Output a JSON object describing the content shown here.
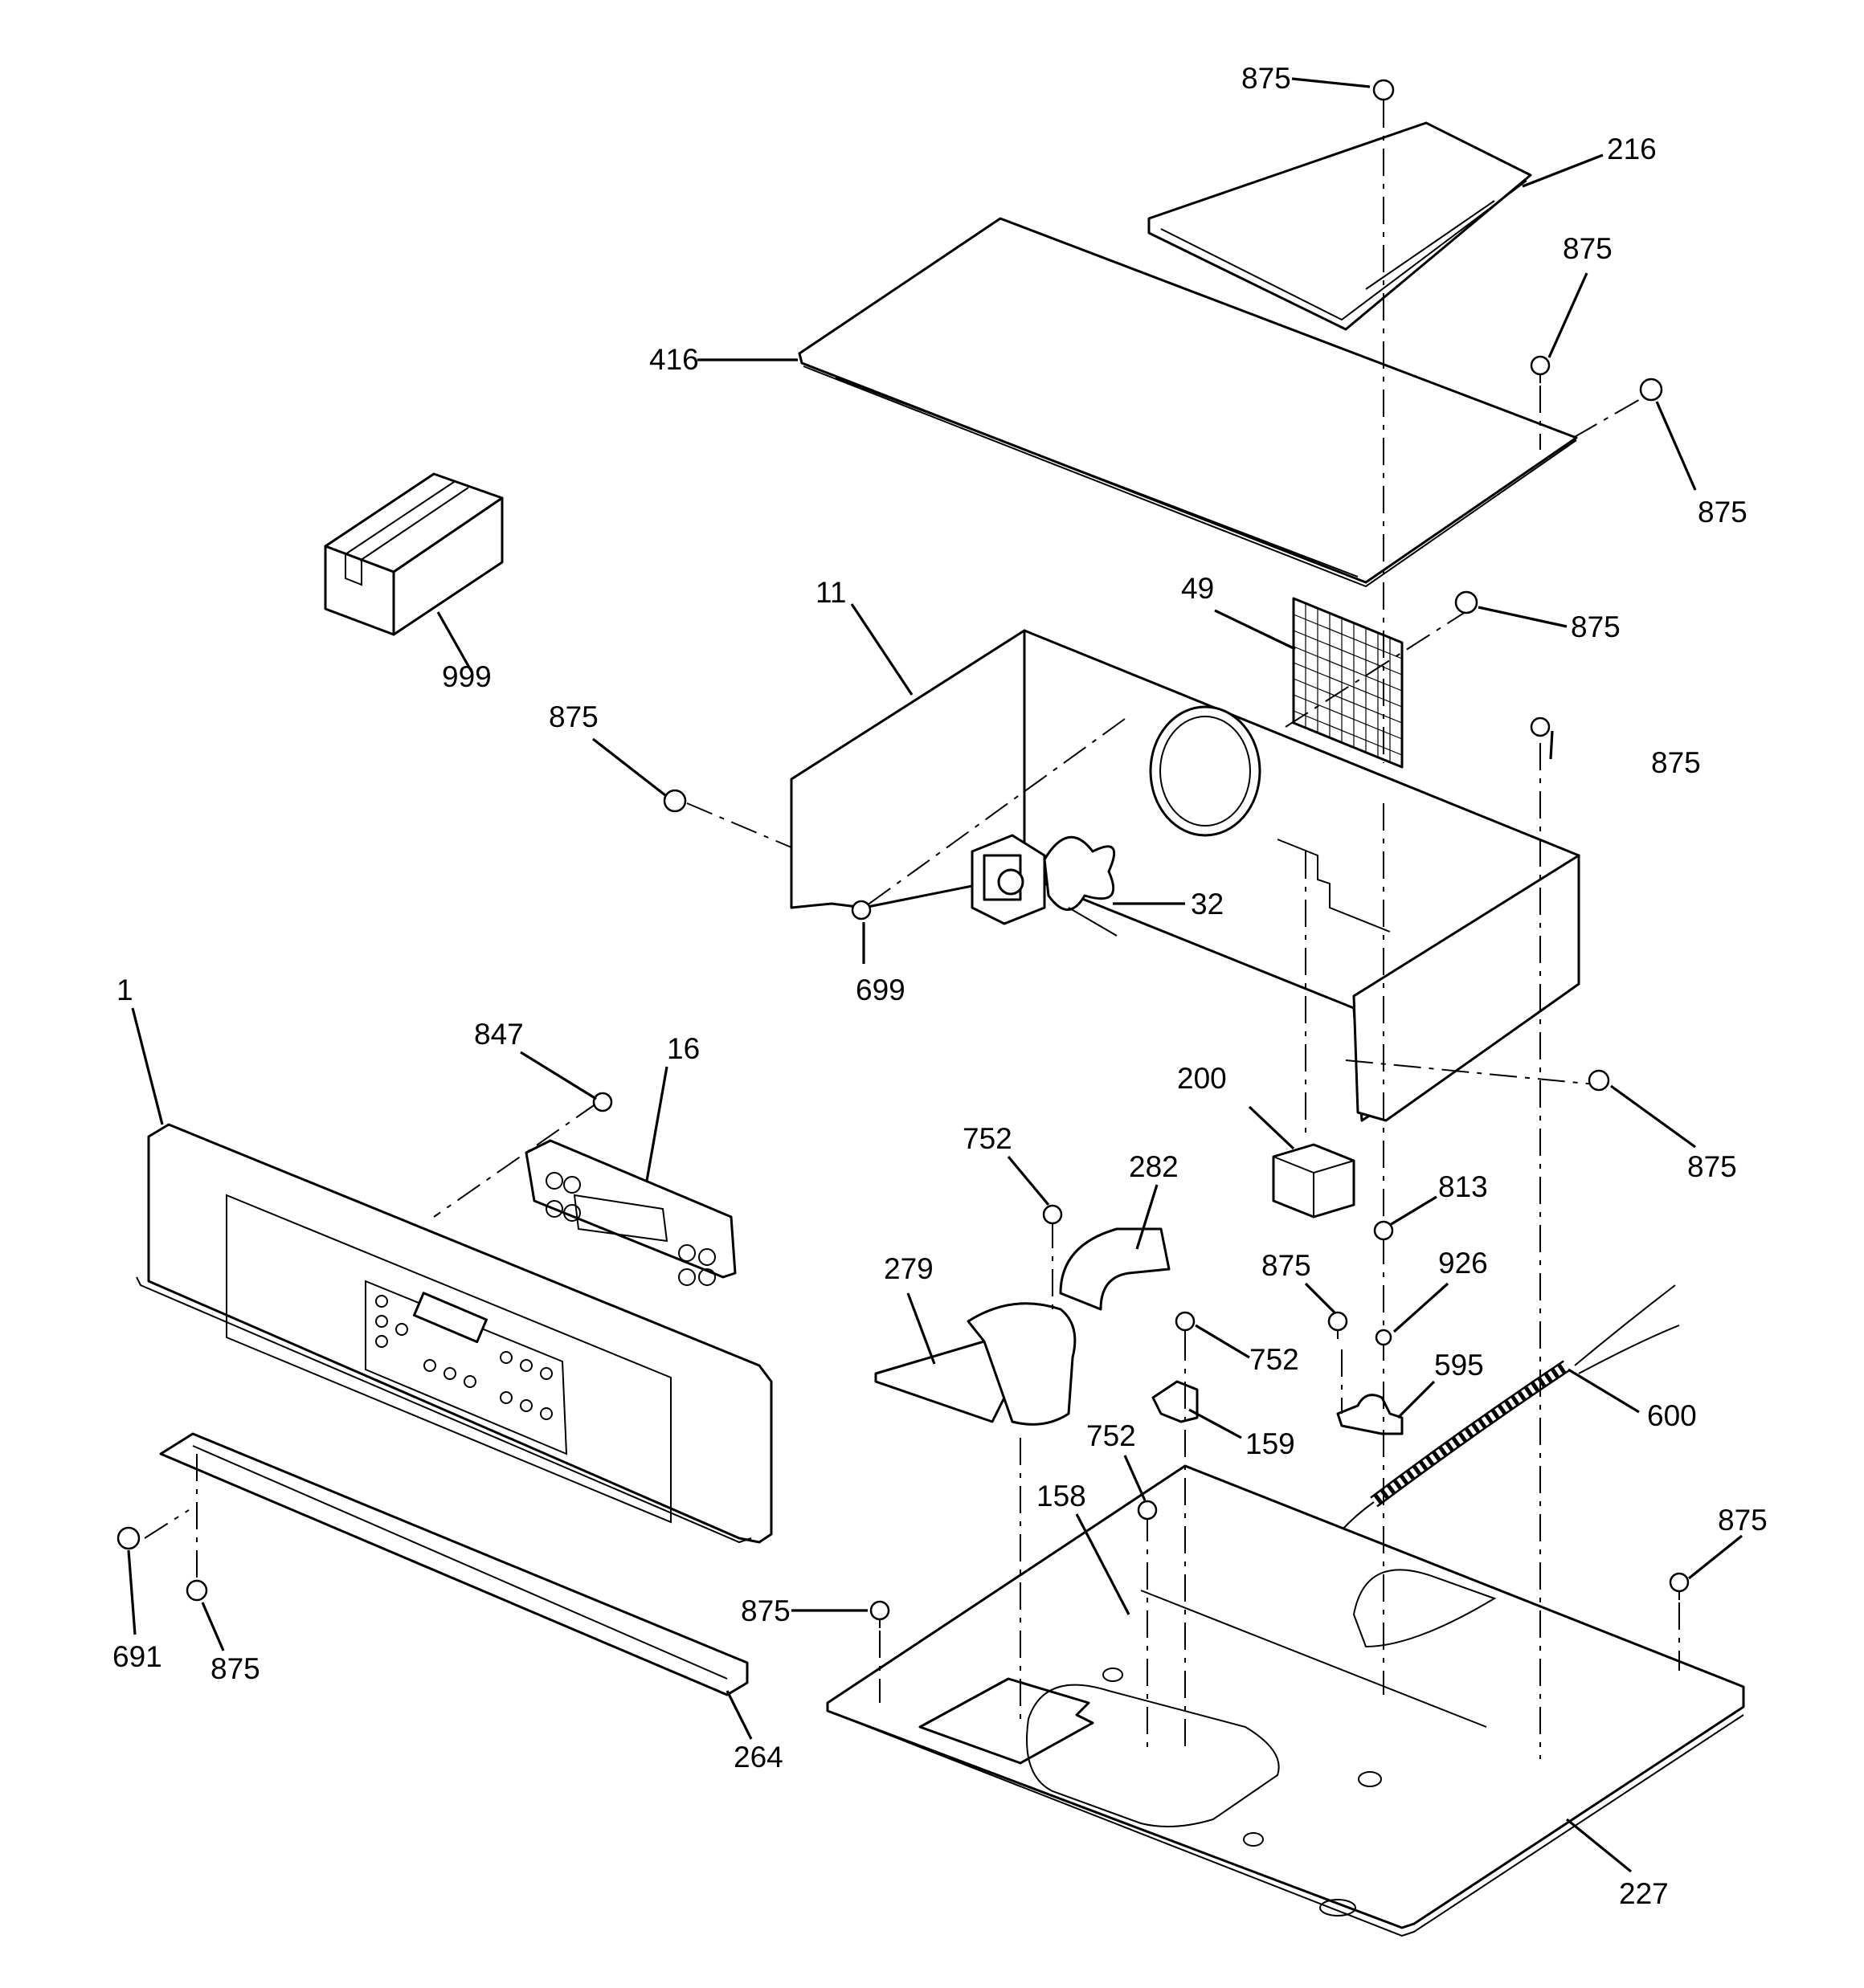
{
  "labels": {
    "p875a": "875",
    "p216": "216",
    "p875b": "875",
    "p416": "416",
    "p875c": "875",
    "p999": "999",
    "p49": "49",
    "p875d": "875",
    "p11": "11",
    "p875e": "875",
    "p875f": "875",
    "p32": "32",
    "p699": "699",
    "p1": "1",
    "p847": "847",
    "p16": "16",
    "p200": "200",
    "p875g": "875",
    "p752a": "752",
    "p282": "282",
    "p813": "813",
    "p279": "279",
    "p875h": "875",
    "p926": "926",
    "p752b": "752",
    "p595": "595",
    "p600": "600",
    "p159": "159",
    "p752c": "752",
    "p158": "158",
    "p875i": "875",
    "p875j": "875",
    "p691": "691",
    "p875k": "875",
    "p264": "264",
    "p227": "227"
  }
}
